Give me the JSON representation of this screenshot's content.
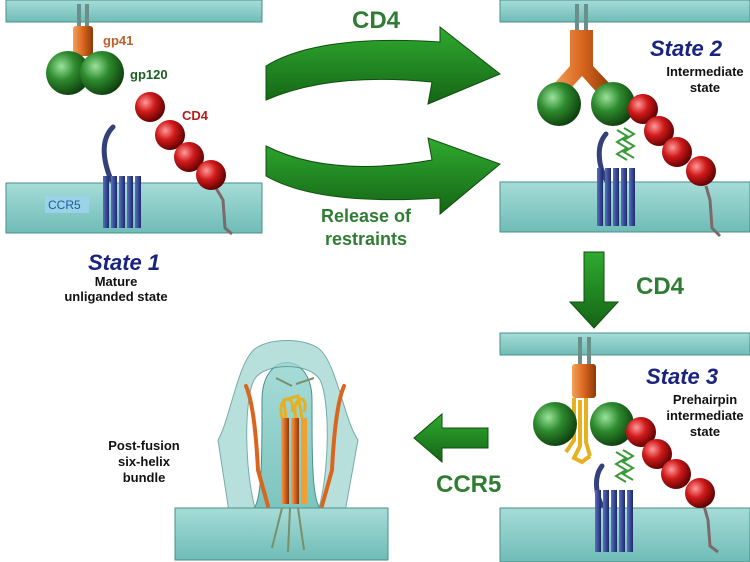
{
  "labels": {
    "gp41": "gp41",
    "gp120": "gp120",
    "cd4_protein": "CD4",
    "ccr5_protein": "CCR5"
  },
  "state1": {
    "title": "State 1",
    "line1": "Mature",
    "line2": "unliganded state"
  },
  "state2": {
    "title": "State 2",
    "line1": "Intermediate",
    "line2": "state"
  },
  "state3": {
    "title": "State 3",
    "line1": "Prehairpin",
    "line2": "intermediate",
    "line3": "state"
  },
  "postfusion": {
    "line1": "Post-fusion",
    "line2": "six-helix",
    "line3": "bundle"
  },
  "arrows": {
    "top": "CD4",
    "bottom_line1": "Release of",
    "bottom_line2": "restraints",
    "down": "CD4",
    "left": "CCR5"
  },
  "colors": {
    "membrane": "#8fd1cc",
    "arrow_green": "#1f8a1f",
    "gp120_green": "#2e8b2e",
    "gp41_orange": "#d9661f",
    "cd4_red": "#d11a1a",
    "ccr5_blue": "#2b3f8f",
    "state_title": "#1a237e"
  },
  "icons": [
    "gp120-sphere",
    "gp41-helix",
    "cd4-bead-chain",
    "ccr5-receptor",
    "membrane-slab"
  ]
}
